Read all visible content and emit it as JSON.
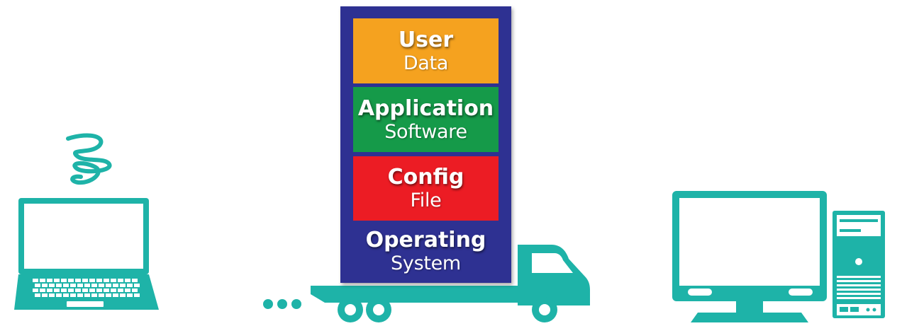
{
  "stack": {
    "layers": [
      {
        "title": "User",
        "subtitle": "Data",
        "color": "#f5a21f"
      },
      {
        "title": "Application",
        "subtitle": "Software",
        "color": "#159a49"
      },
      {
        "title": "Config",
        "subtitle": "File",
        "color": "#ec1c24"
      },
      {
        "title": "Operating",
        "subtitle": "System",
        "color": "#2e3192"
      }
    ]
  },
  "colors": {
    "teal": "#1eb3a8",
    "navy": "#2e3192"
  },
  "icons": [
    "laptop-icon",
    "wifi-swirl-icon",
    "truck-icon",
    "motion-dots-icon",
    "desktop-computer-icon",
    "tower-pc-icon"
  ]
}
